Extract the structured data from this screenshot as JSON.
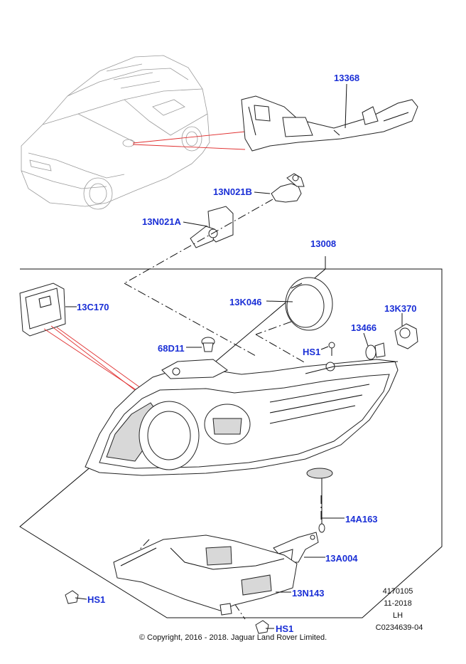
{
  "diagram": {
    "callouts": {
      "c13368": "13368",
      "c13N021B": "13N021B",
      "c13N021A": "13N021A",
      "c13008": "13008",
      "c13C170": "13C170",
      "c13K046": "13K046",
      "c13K370": "13K370",
      "c13466": "13466",
      "cHS1a": "HS1",
      "c68D11": "68D11",
      "c14A163": "14A163",
      "c13A004": "13A004",
      "c13N143": "13N143",
      "cHS1b": "HS1",
      "cHS1c": "HS1"
    },
    "meta": {
      "code": "4170105",
      "date": "11-2018",
      "side": "LH",
      "ref": "C0234639-04"
    },
    "copyright": "© Copyright, 2016 - 2018. Jaguar Land Rover Limited."
  }
}
